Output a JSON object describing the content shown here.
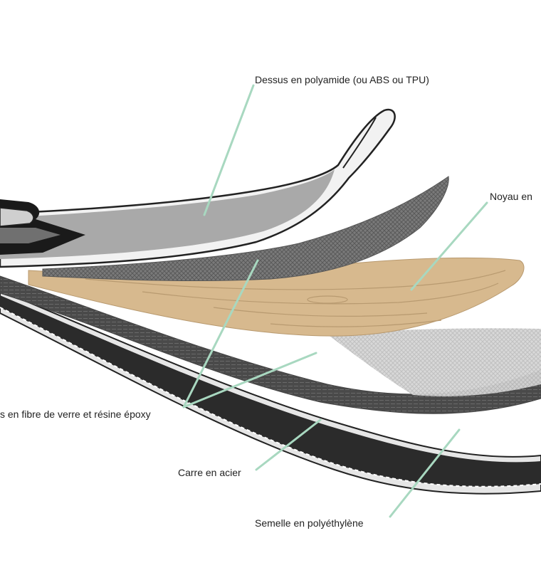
{
  "labels": {
    "top_sheet": "Dessus en polyamide (ou ABS ou TPU)",
    "core": "Noyau en",
    "fiberglass": "s en fibre de verre et résine époxy",
    "edge": "Carre en acier",
    "base": "Semelle en polyéthylène"
  },
  "colors": {
    "leader_line": "#a8d8c0",
    "top_sheet": "#a9a9a9",
    "core_wood": "#d7b98e",
    "fiberglass_dark": "#6b6b6b",
    "fiberglass_light": "#cfcfcf",
    "base": "#2b2b2b",
    "edge_trim": "#e8e8e8"
  }
}
